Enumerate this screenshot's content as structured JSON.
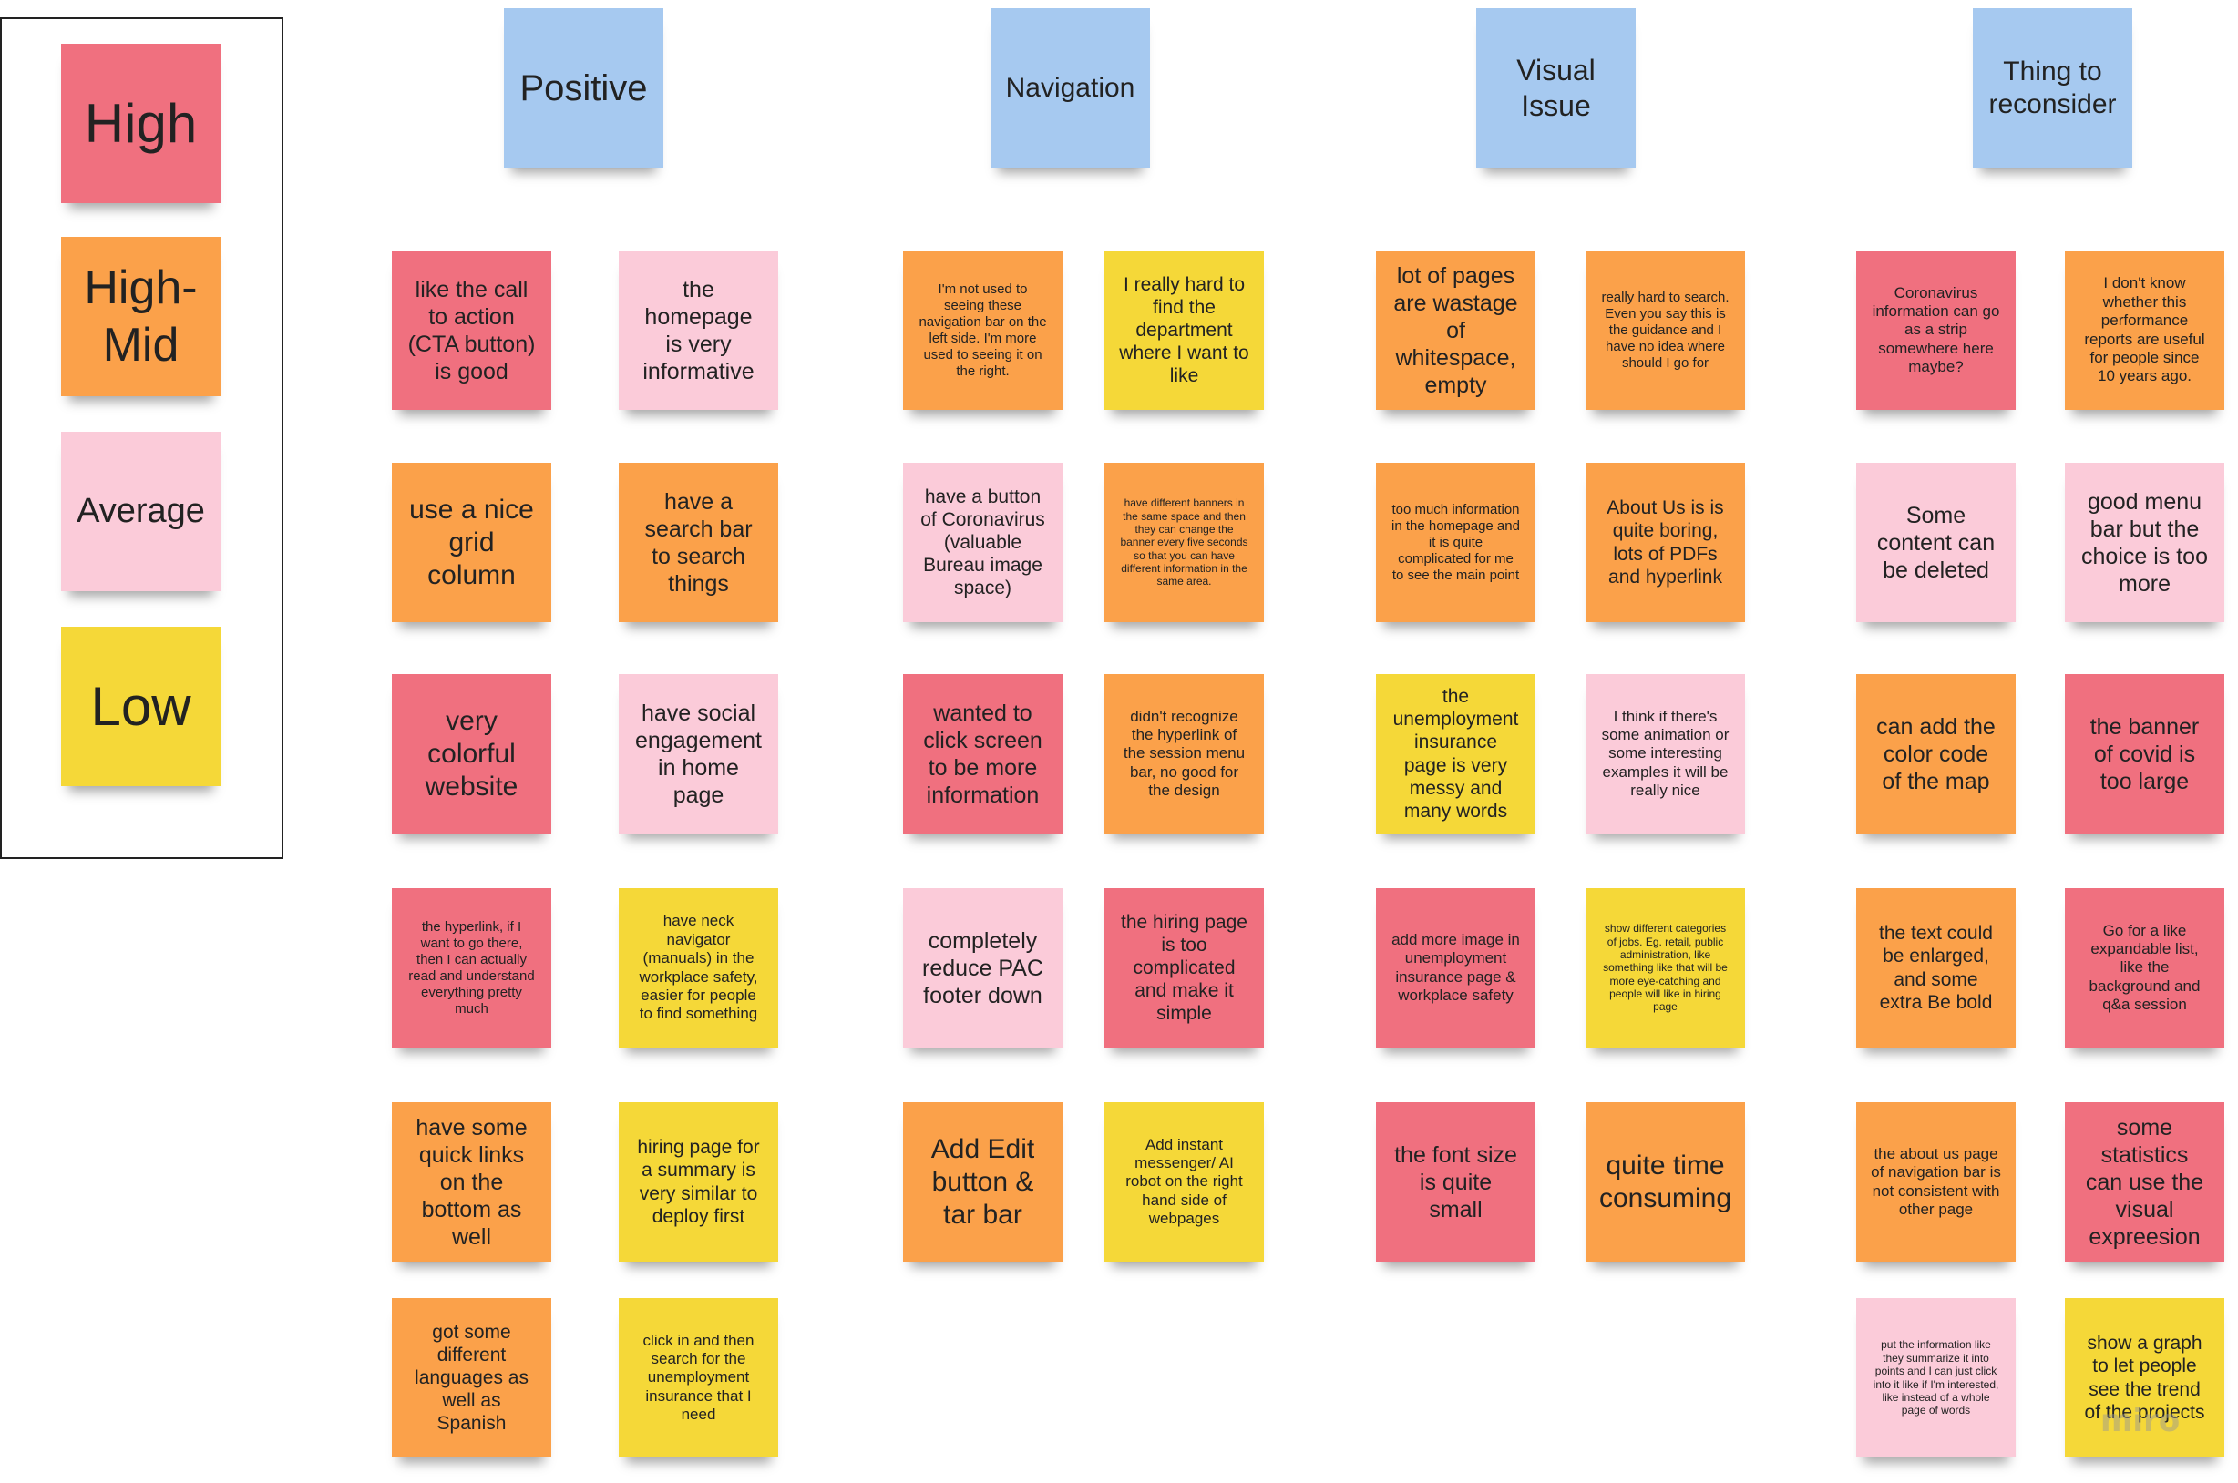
{
  "colors": {
    "high": "#f0707f",
    "high_mid": "#fba14a",
    "average": "#fbcbd9",
    "low": "#f5d838",
    "header": "#a6c9f0"
  },
  "legend": [
    {
      "label": "High",
      "color": "high"
    },
    {
      "label": "High-Mid",
      "color": "high_mid"
    },
    {
      "label": "Average",
      "color": "average"
    },
    {
      "label": "Low",
      "color": "low"
    }
  ],
  "categories": [
    {
      "title": "Positive"
    },
    {
      "title": "Navigation"
    },
    {
      "title": "Visual Issue"
    },
    {
      "title": "Thing to reconsider"
    }
  ],
  "notes": [
    {
      "text": "like the call to action (CTA button) is good",
      "color": "high"
    },
    {
      "text": "the homepage is very informative",
      "color": "average"
    },
    {
      "text": "use a nice grid column",
      "color": "high_mid"
    },
    {
      "text": "have a search bar to search things",
      "color": "high_mid"
    },
    {
      "text": "very colorful website",
      "color": "high"
    },
    {
      "text": "have social engagement in home page",
      "color": "average"
    },
    {
      "text": "the hyperlink, if I want to go there, then I can actually read and understand everything pretty much",
      "color": "high"
    },
    {
      "text": "have neck navigator (manuals) in the workplace safety, easier for people to find something",
      "color": "low"
    },
    {
      "text": "have some quick links on the bottom as well",
      "color": "high_mid"
    },
    {
      "text": "hiring page for a summary is very similar to deploy first",
      "color": "low"
    },
    {
      "text": "got some different languages as well as Spanish",
      "color": "high_mid"
    },
    {
      "text": "click in and then search for the unemployment insurance that I need",
      "color": "low"
    },
    {
      "text": "I'm not used to seeing these navigation bar on the left side. I'm more used to seeing it on the right.",
      "color": "high_mid"
    },
    {
      "text": "I really hard to find the department where I want to like",
      "color": "low"
    },
    {
      "text": "have a button of Coronavirus (valuable Bureau image space)",
      "color": "average"
    },
    {
      "text": "have different banners in the same space and then they can change the banner every five seconds so that you can have different information in the same area.",
      "color": "high_mid"
    },
    {
      "text": "wanted to click screen to be more information",
      "color": "high"
    },
    {
      "text": "didn't recognize the hyperlink of the session menu bar, no good for the design",
      "color": "high_mid"
    },
    {
      "text": "completely reduce PAC footer down",
      "color": "average"
    },
    {
      "text": "the hiring page is too complicated and make it simple",
      "color": "high"
    },
    {
      "text": "Add Edit button & tar bar",
      "color": "high_mid"
    },
    {
      "text": "Add instant messenger/ AI robot on the right hand side of webpages",
      "color": "low"
    },
    {
      "text": "lot of pages are wastage of whitespace, empty",
      "color": "high_mid"
    },
    {
      "text": "really hard to search. Even you say this is the guidance and I have no idea where should I go for",
      "color": "high_mid"
    },
    {
      "text": "too much information in the homepage and it is quite complicated for me to see the main point",
      "color": "high_mid"
    },
    {
      "text": "About Us is is quite boring, lots of PDFs and hyperlink",
      "color": "high_mid"
    },
    {
      "text": "the unemployment insurance page is very messy and many words",
      "color": "low"
    },
    {
      "text": "I think if there's some animation or some interesting examples it will be really nice",
      "color": "average"
    },
    {
      "text": "add more image in unemployment insurance page & workplace safety",
      "color": "high"
    },
    {
      "text": "show different categories of jobs. Eg. retail, public administration, like something like that will be more eye-catching and people will like in hiring page",
      "color": "low"
    },
    {
      "text": "the font size is quite small",
      "color": "high"
    },
    {
      "text": "quite time consuming",
      "color": "high_mid"
    },
    {
      "text": "Coronavirus information can go as a strip somewhere here maybe?",
      "color": "high"
    },
    {
      "text": "I don't know whether this performance reports are useful for people since 10 years ago.",
      "color": "high_mid"
    },
    {
      "text": "Some content can be deleted",
      "color": "average"
    },
    {
      "text": "good menu bar but the choice is too more",
      "color": "average"
    },
    {
      "text": "can add the color code of the map",
      "color": "high_mid"
    },
    {
      "text": "the banner of covid is too large",
      "color": "high"
    },
    {
      "text": "the text could be enlarged, and some extra Be bold",
      "color": "high_mid"
    },
    {
      "text": "Go for a like expandable list, like the background and q&a session",
      "color": "high"
    },
    {
      "text": "the about us page of navigation bar is not consistent with other page",
      "color": "high_mid"
    },
    {
      "text": "some statistics can use the visual expreesion",
      "color": "high"
    },
    {
      "text": "put the information like they summarize it into points and I can just click into it like if I'm interested, like instead of a whole page of words",
      "color": "average"
    },
    {
      "text": "show a graph to let people see the trend of the projects",
      "color": "low"
    }
  ],
  "watermark": "miro"
}
